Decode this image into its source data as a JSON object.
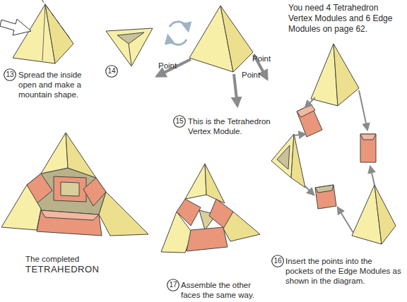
{
  "diagram": {
    "nodes": [
      {
        "text": [
          "13"
        ]
      },
      {
        "text": [
          "14"
        ]
      },
      {
        "text": [
          "15"
        ]
      },
      {
        "text": [
          "16"
        ]
      },
      {
        "text": [
          "17"
        ]
      }
    ],
    "labels": [
      "You need 4 Tetrahedron Vertex Modules and 6 Edge Modules on page 62.",
      "Point",
      "Point",
      "Spread the inside open and make a mountain shape.",
      "Point",
      "This is the Tetrahedron Vertex Module.",
      "The completed",
      "TETRAHEDRON",
      "Insert the points into the pockets of the Edge Modules as shown in the diagram.",
      "Assemble the other faces the same way."
    ]
  }
}
